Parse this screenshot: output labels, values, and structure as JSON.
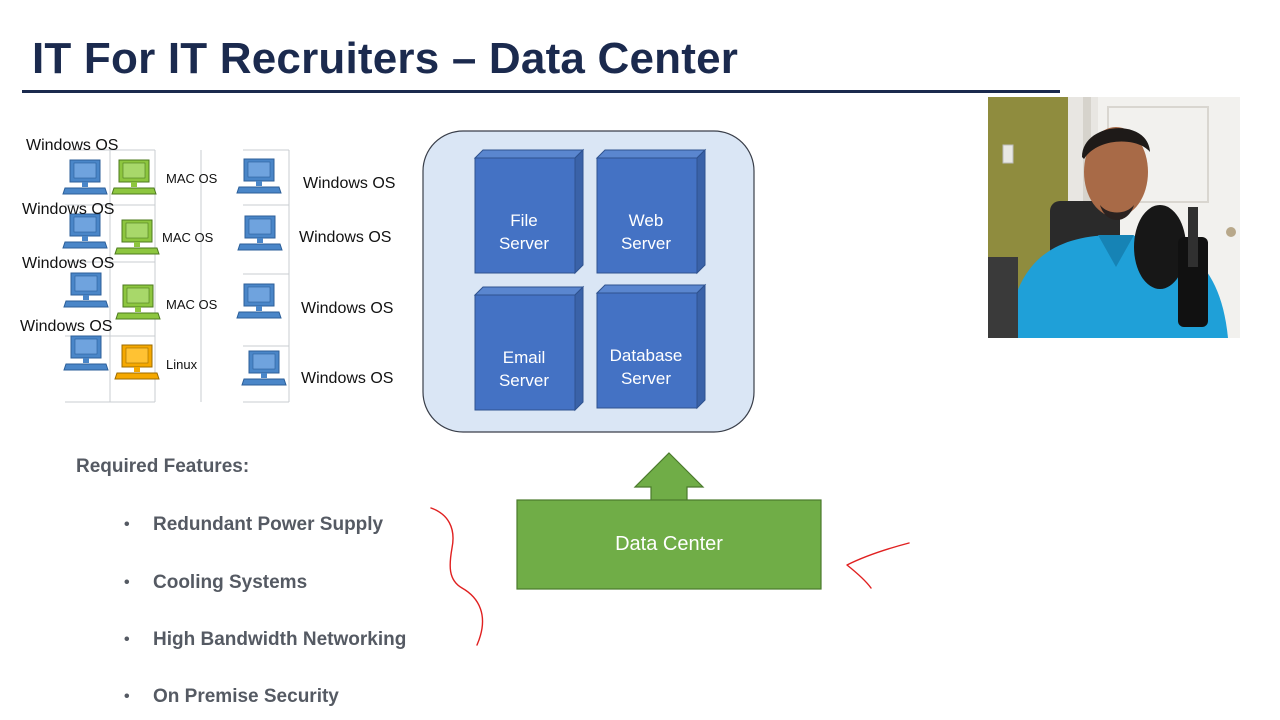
{
  "title": "IT For IT Recruiters – Data Center",
  "network_labels": {
    "win1": "Windows OS",
    "win2": "Windows OS",
    "win3": "Windows OS",
    "win4": "Windows OS",
    "mac1": "MAC OS",
    "mac2": "MAC OS",
    "mac3": "MAC OS",
    "linux": "Linux",
    "right1": "Windows OS",
    "right2": "Windows OS",
    "right3": "Windows OS",
    "right4": "Windows OS"
  },
  "servers": {
    "file": [
      "File",
      "Server"
    ],
    "web": [
      "Web",
      "Server"
    ],
    "email": [
      "Email",
      "Server"
    ],
    "database": [
      "Database",
      "Server"
    ]
  },
  "features": {
    "heading": "Required Features:",
    "items": [
      "Redundant Power Supply",
      "Cooling Systems",
      "High Bandwidth Networking",
      "On Premise Security"
    ]
  },
  "data_center_label": "Data Center",
  "colors": {
    "title": "#1b2a4e",
    "server_fill": "#4472c4",
    "container_fill": "#dae6f5",
    "data_center_fill": "#70ad47",
    "computer_blue": "#4a86c8",
    "computer_green": "#8dc63f",
    "computer_orange": "#f5a800",
    "annotation_red": "#e02020",
    "feature_text": "#555a63"
  }
}
